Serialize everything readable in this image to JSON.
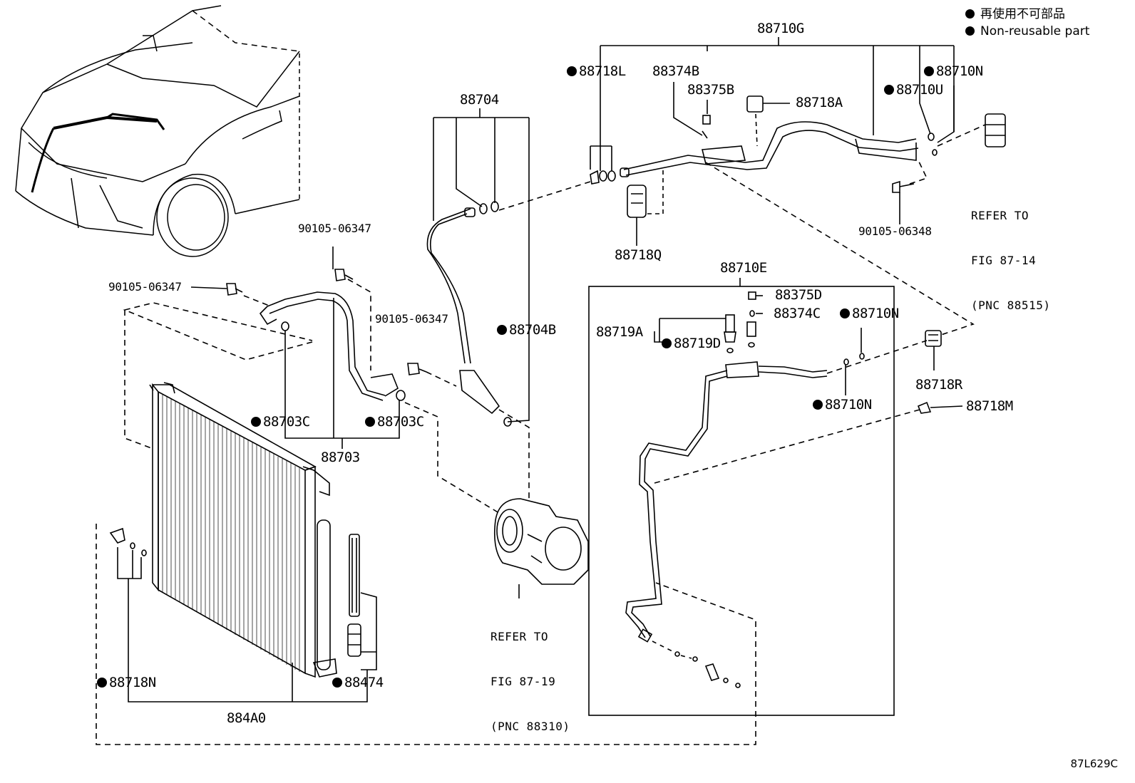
{
  "legend": {
    "jp": "再使用不可部品",
    "en": "Non-reusable part"
  },
  "figure_id": "87L629C",
  "labels": {
    "p88710G": "88710G",
    "p88718L": "88718L",
    "p88374B": "88374B",
    "p88375B": "88375B",
    "p88718A": "88718A",
    "p88710N_top": "88710N",
    "p88710U": "88710U",
    "p88704": "88704",
    "p88704B": "88704B",
    "p88718Q": "88718Q",
    "p90105_06348": "90105-06348",
    "p90105_06347_a": "90105-06347",
    "p90105_06347_b": "90105-06347",
    "p90105_06347_c": "90105-06347",
    "p88703C_a": "88703C",
    "p88703C_b": "88703C",
    "p88703": "88703",
    "p88710E": "88710E",
    "p88375D": "88375D",
    "p88374C": "88374C",
    "p88710N_mid": "88710N",
    "p88719A": "88719A",
    "p88719D": "88719D",
    "p88710N_low": "88710N",
    "p88718R": "88718R",
    "p88718M": "88718M",
    "p88718N": "88718N",
    "p88474": "88474",
    "p884A0": "884A0"
  },
  "refs": {
    "top_right": [
      "REFER TO",
      "FIG 87-14",
      "(PNC 88515)"
    ],
    "compressor": [
      "REFER TO",
      "FIG 87-19",
      "(PNC 88310)"
    ]
  }
}
